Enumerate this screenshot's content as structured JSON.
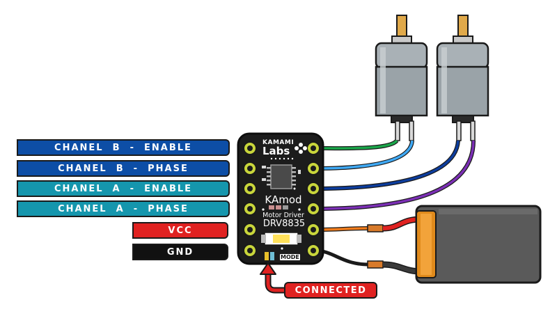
{
  "pin_labels": [
    {
      "id": "b_enable",
      "text": "CHANEL  B  -  ENABLE"
    },
    {
      "id": "b_phase",
      "text": "CHANEL  B  -  PHASE"
    },
    {
      "id": "a_enable",
      "text": "CHANEL  A  -  ENABLE"
    },
    {
      "id": "a_phase",
      "text": "CHANEL  A  -  PHASE"
    },
    {
      "id": "vcc",
      "text": "VCC"
    },
    {
      "id": "gnd",
      "text": "GND"
    }
  ],
  "board": {
    "brand_top": "KAMAMI",
    "brand_bottom": "Labs",
    "product": "KAmod",
    "subtitle": "Motor Driver",
    "chip": "DRV8835",
    "mode_label": "MODE"
  },
  "callout": {
    "text": "CONNECTED"
  },
  "colors": {
    "channel_b": "#0d4ea6",
    "channel_a": "#1596ad",
    "vcc": "#e02221",
    "gnd": "#111111",
    "wire_green": "#1aa64a",
    "wire_light_blue": "#3fa9f5",
    "wire_dark_blue": "#0d3d9e",
    "wire_purple": "#7b2fb5",
    "wire_orange": "#f07c1c",
    "pcb": "#1c1c1c",
    "pad": "#c9d63b",
    "battery": "#5a5a5a",
    "motor_body": "#9aa3a8",
    "motor_shaft": "#e0a94a"
  }
}
